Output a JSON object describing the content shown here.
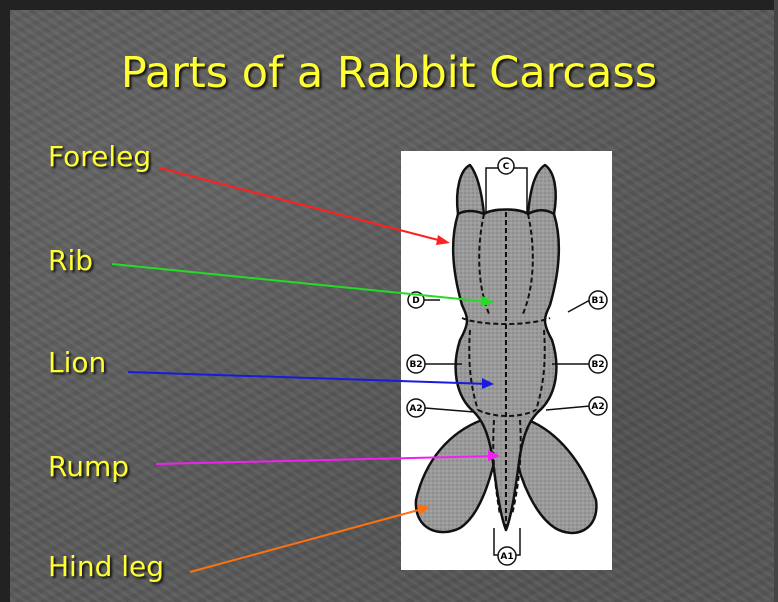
{
  "title": "Parts of a Rabbit Carcass",
  "labels": {
    "foreleg": "Foreleg",
    "rib": "Rib",
    "lion": "Lion",
    "rump": "Rump",
    "hind_leg": "Hind leg"
  },
  "cut_markers": {
    "c": "C",
    "d": "D",
    "b1": "B1",
    "b2_left": "B2",
    "b2_right": "B2",
    "a2_left": "A2",
    "a2_right": "A2",
    "a1": "A1"
  },
  "colors": {
    "title_text": "#ffff33",
    "foreleg_arrow": "#ff2020",
    "rib_arrow": "#22dd22",
    "lion_arrow": "#1a1adf",
    "rump_arrow": "#ee22ee",
    "hind_leg_arrow": "#ff7010"
  }
}
